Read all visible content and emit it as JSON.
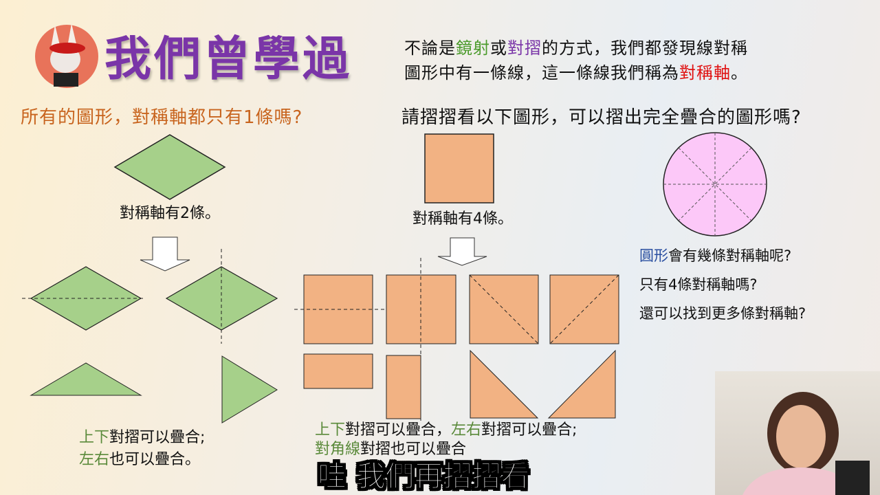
{
  "header": {
    "title": "我們曾學過",
    "logo": "rabbit-logo"
  },
  "intro": {
    "line1": [
      {
        "t": "不論是"
      },
      {
        "t": "鏡射",
        "c": "g"
      },
      {
        "t": "或"
      },
      {
        "t": "對摺",
        "c": "p"
      },
      {
        "t": "的方式，我們都發現線對稱"
      }
    ],
    "line2": [
      {
        "t": "圖形中有一條線，這一條線我們稱為"
      },
      {
        "t": "對稱軸",
        "c": "r"
      },
      {
        "t": "。"
      }
    ]
  },
  "question_left": "所有的圖形，對稱軸都只有1條嗎?",
  "question_right": "請摺摺看以下圖形，可以摺出完全疊合的圖形嗎?",
  "rhombus_label": "對稱軸有2條。",
  "square_label": "對稱軸有4條。",
  "rhombus_note": {
    "line1": [
      {
        "t": "上下",
        "c": "dg"
      },
      {
        "t": "對摺可以疊合;"
      }
    ],
    "line2": [
      {
        "t": "左右",
        "c": "dg"
      },
      {
        "t": "也可以疊合。"
      }
    ]
  },
  "square_note": {
    "line1": [
      {
        "t": "上下",
        "c": "dg"
      },
      {
        "t": "對摺可以疊合，"
      },
      {
        "t": "左右",
        "c": "dg"
      },
      {
        "t": "對摺可以疊合;"
      }
    ],
    "line2": [
      {
        "t": "對角線",
        "c": "dg"
      },
      {
        "t": "對摺也可以疊合"
      }
    ]
  },
  "circle_questions": {
    "line1": [
      {
        "t": "圓形",
        "c": "b"
      },
      {
        "t": "會有幾條對稱軸呢?"
      }
    ],
    "line2": [
      {
        "t": "只有4條對稱軸嗎?"
      }
    ],
    "line3": [
      {
        "t": "還可以找到更多條對稱軸?"
      }
    ]
  },
  "subtitle": "哇 我們再摺摺看",
  "colors": {
    "title": "#7a35a8",
    "green_shape": "#a6d08a",
    "orange_shape": "#f2b283",
    "circle": "#fcc8f8",
    "question": "#c8641e"
  }
}
